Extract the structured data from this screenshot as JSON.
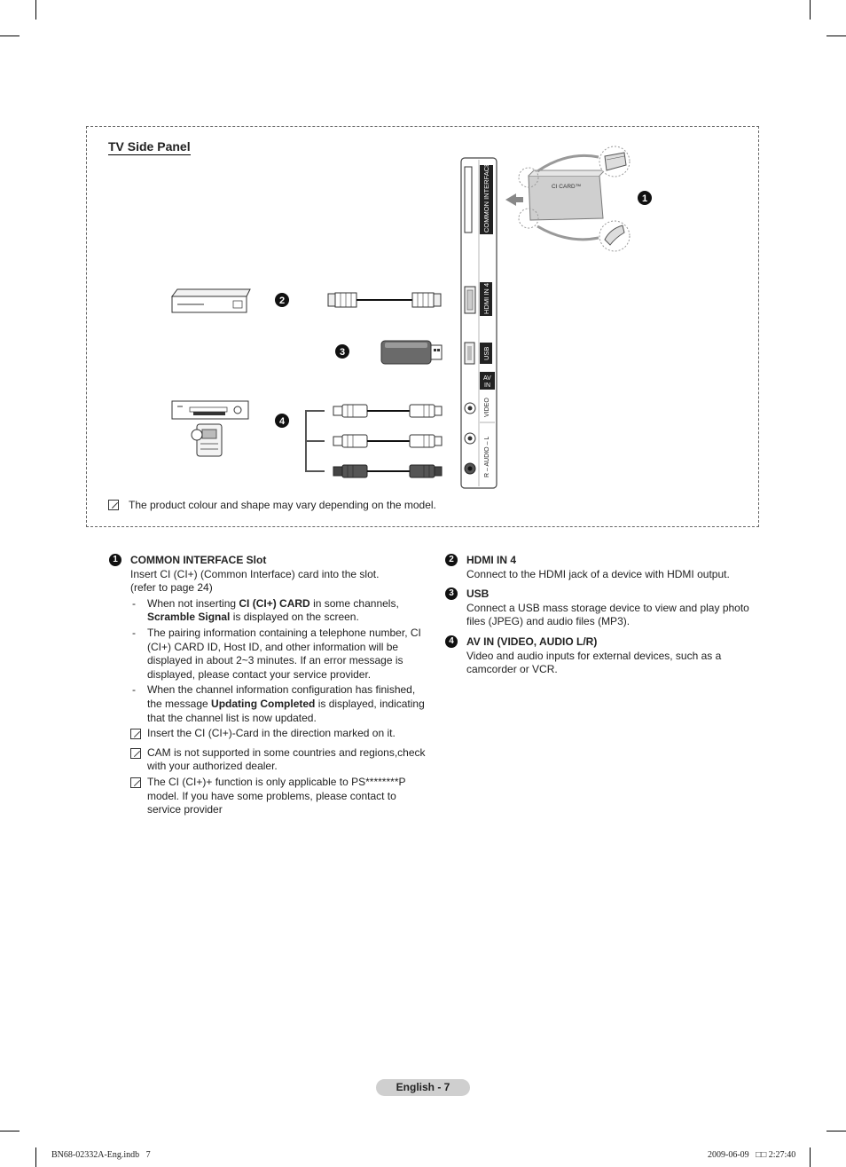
{
  "panel": {
    "title": "TV Side Panel",
    "note": "The product colour and shape may vary depending on the model.",
    "callouts": [
      "1",
      "2",
      "3",
      "4"
    ],
    "card_label": "CI CARD™",
    "port_labels": {
      "common_interface": "COMMON INTERFACE",
      "hdmi": "HDMI IN 4",
      "usb": "USB",
      "av_in": "AV IN",
      "video": "VIDEO",
      "audio": "R – AUDIO – L"
    }
  },
  "left": {
    "num": "1",
    "head": "COMMON INTERFACE Slot",
    "body1": "Insert CI (CI+) (Common Interface) card into the slot.",
    "body2": "(refer to page 24)",
    "bullets": [
      {
        "pre": "When not inserting ",
        "b1": "CI (CI+) CARD",
        "mid": " in some channels, ",
        "b2": "Scramble Signal",
        "post": " is displayed on the screen."
      },
      {
        "text": "The pairing information containing a telephone number, CI (CI+) CARD ID, Host ID, and other information will be displayed in about 2~3 minutes. If an error message is displayed, please contact your service provider."
      },
      {
        "pre": "When the channel information configuration has finished, the message ",
        "b1": "Updating Completed",
        "post": " is displayed, indicating that the channel list is now updated."
      }
    ],
    "notes": [
      "Insert the CI (CI+)-Card in the direction marked on it.",
      "CAM is not supported in some countries and regions,check with your authorized dealer.",
      "The CI (CI+)+ function is only applicable to PS********P model. If you have some problems, please contact to service provider"
    ]
  },
  "right": [
    {
      "num": "2",
      "head": "HDMI IN 4",
      "body": "Connect to the HDMI jack of a device with HDMI output."
    },
    {
      "num": "3",
      "head": "USB",
      "body": "Connect a USB mass storage device to view and play photo files (JPEG) and audio files (MP3)."
    },
    {
      "num": "4",
      "head": "AV IN (VIDEO, AUDIO L/R)",
      "body": "Video and audio inputs for external devices, such as a camcorder or VCR."
    }
  ],
  "footer": {
    "page": "English - 7",
    "slug_left": "BN68-02332A-Eng.indb   7",
    "slug_right": "2009-06-09   □□ 2:27:40"
  }
}
